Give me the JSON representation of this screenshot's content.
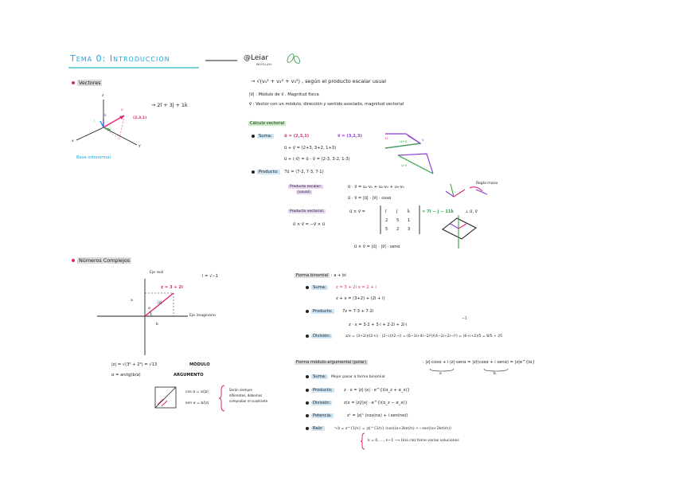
{
  "header": {
    "title": "Tema 0: Introducción",
    "brand": "@Leiar",
    "brand_sub": "WUOLAH"
  },
  "vectores": {
    "heading": "Vectores",
    "axes": {
      "x": "x",
      "y": "y",
      "z": "z"
    },
    "vector_label": "v",
    "point": "(2,3,1)",
    "decomp": "→ 2î + 3ĵ + 1k̂",
    "base": "Base ortonormal",
    "unit_i": "i",
    "unit_j": "j",
    "unit_k": "k"
  },
  "modulo": {
    "formula": "→ √(v₁² + v₂² + v₃²) , según el producto escalar usual",
    "line1": "|v⃗| : Módulo de v⃗ . Magnitud física",
    "line2": "v⃗ : Vector con un módulo, dirección y sentido asociado, magnitud vectorial"
  },
  "calculo": {
    "heading": "Cálculo vectorial",
    "suma_label": "Suma:",
    "suma_u": "u⃗ = (2,3,1)",
    "suma_v": "v⃗ = (3,2,3)",
    "suma_1": "u⃗ + v⃗ = (2+3, 3+2, 1+3)",
    "suma_2": "u⃗ + (-v⃗) = u⃗ - v⃗ = (2-3, 3-2, 1-3)",
    "producto_label": "Producto:",
    "producto_1": "7u⃗ = (7·2, 7·3, 7·1)",
    "escalar_label": "Producto escalar:",
    "escalar_sub": "(usual)",
    "escalar_1": "u⃗ · v⃗ = u₁·v₁ + u₂·v₂ + u₃·v₃",
    "escalar_2": "u⃗ · v⃗ = |u⃗| · |v⃗| · cosα",
    "vectorial_label": "Producto vectorial:",
    "vectorial_eq": "u⃗ × v⃗ =",
    "matrix": [
      [
        "î",
        "ĵ",
        "k̂"
      ],
      [
        "2",
        "5",
        "1"
      ],
      [
        "5",
        "2",
        "3"
      ]
    ],
    "vectorial_result": "= 7î − ĵ − 11k̂",
    "perp": "⊥ u⃗, v⃗",
    "anti": "u⃗ × v⃗ = −v⃗ × u⃗",
    "vectorial_mod": "u⃗ × v⃗ = |u⃗| · |v⃗| · senα",
    "regla": "Regla mano",
    "tri_labels": {
      "u": "u",
      "v": "v",
      "uv": "u+v",
      "umv": "u-v"
    }
  },
  "complejos": {
    "heading": "Números Complejos",
    "eje_real": "Eje real",
    "eje_imag": "Eje imaginario",
    "z_def": "z = 3 + 2i",
    "i_def": "i = √−1",
    "a": "a",
    "b": "b",
    "alpha": "α",
    "modz": "|z|",
    "modulo_eq": "|z| = √(3² + 2²) = √13",
    "modulo_word": "MÓDULO",
    "arg_eq": "α = arctg(b/a)",
    "arg_word": "ARGUMENTO",
    "cos_eq": "cos α = a/|z|",
    "sen_eq": "sen α = b/|z|",
    "note": [
      "Serán siempre",
      "diferentes, debemos",
      "comprobar el cuadrante"
    ]
  },
  "binomial": {
    "heading": "Forma binomial",
    "form": ": a + bi",
    "suma_label": "Suma:",
    "suma_def": "z = 3 + 2i    x = 2 + i",
    "suma_res": "z + x = (3+2) + (2i + i)",
    "producto_label": "Producto:",
    "producto_res": "7z = 7·3 + 7·2i",
    "mult": "z · x = 3·2 + 3·i + 2·2i + 2i·i",
    "division_label": "División:",
    "division_res": "z/x = (3+2i)/(2+i) · (2−i)/(2−i) = (6−3i+4i−2i²)/(4−2i+2i−i²) = (6+i+2)/5 = 8/5 + i/5",
    "i2": "−1"
  },
  "polar": {
    "heading": "Forma módulo-argumental (polar)",
    "form": ": |z|·cosα + i·|z|·senα = |z|(cosα + i senα) = |z|e^{iα}",
    "sub_a": "a",
    "sub_b": "b",
    "suma_label": "Suma:",
    "suma_res": "Mejor pasar a forma binomial",
    "producto_label": "Producto:",
    "producto_res": "z · x = |z|·|x| · e^{i(α_z + α_x)}",
    "division_label": "División:",
    "division_res": "z/x = |z|/|x| · e^{i(α_z − α_x)}",
    "potencia_label": "Potencia:",
    "potencia_res": "zⁿ = |z|ⁿ (cos(nα) + i sen(nα))",
    "raiz_label": "Raíz:",
    "raiz_res": "ⁿ√z = z^{1/n} = |z|^{1/n} (cos((α+2kπ)/n) + i sen((α+2kπ)/n))",
    "raiz_k": "k = 0, ..., n−1 ⟶ Una raíz tiene varias soluciones"
  }
}
